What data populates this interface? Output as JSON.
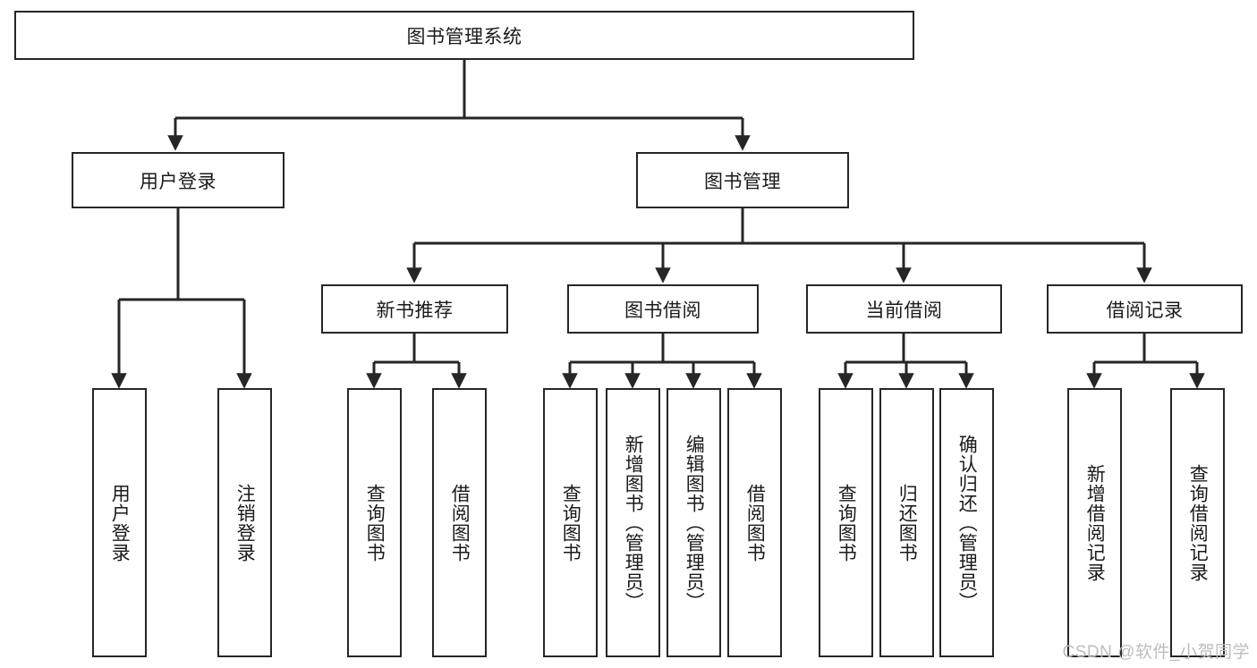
{
  "diagram": {
    "type": "hierarchy-tree",
    "title": "图书管理系统",
    "root": {
      "id": "root",
      "label": "图书管理系统"
    },
    "level2": [
      {
        "id": "user-login",
        "label": "用户登录"
      },
      {
        "id": "book-manage",
        "label": "图书管理"
      }
    ],
    "level3": [
      {
        "id": "new-book-rec",
        "label": "新书推荐",
        "parent": "book-manage"
      },
      {
        "id": "book-borrow",
        "label": "图书借阅",
        "parent": "book-manage"
      },
      {
        "id": "current-borrow",
        "label": "当前借阅",
        "parent": "book-manage"
      },
      {
        "id": "borrow-record",
        "label": "借阅记录",
        "parent": "book-manage"
      }
    ],
    "leaves": [
      {
        "id": "leaf-user-login",
        "label": "用户登录",
        "parent": "user-login"
      },
      {
        "id": "leaf-user-logout",
        "label": "注销登录",
        "parent": "user-login"
      },
      {
        "id": "leaf-query-book-1",
        "label": "查询图书",
        "parent": "new-book-rec"
      },
      {
        "id": "leaf-borrow-book-1",
        "label": "借阅图书",
        "parent": "new-book-rec"
      },
      {
        "id": "leaf-query-book-2",
        "label": "查询图书",
        "parent": "book-borrow"
      },
      {
        "id": "leaf-add-book",
        "label": "新增图书（管理员）",
        "parent": "book-borrow"
      },
      {
        "id": "leaf-edit-book",
        "label": "编辑图书（管理员）",
        "parent": "book-borrow"
      },
      {
        "id": "leaf-borrow-book-2",
        "label": "借阅图书",
        "parent": "book-borrow"
      },
      {
        "id": "leaf-query-book-3",
        "label": "查询图书",
        "parent": "current-borrow"
      },
      {
        "id": "leaf-return-book",
        "label": "归还图书",
        "parent": "current-borrow"
      },
      {
        "id": "leaf-confirm-return",
        "label": "确认归还（管理员）",
        "parent": "current-borrow"
      },
      {
        "id": "leaf-add-record",
        "label": "新增借阅记录",
        "parent": "borrow-record"
      },
      {
        "id": "leaf-query-record",
        "label": "查询借阅记录",
        "parent": "borrow-record"
      }
    ],
    "watermark": "CSDN @软件_小贺同学",
    "colors": {
      "stroke": "#262626",
      "fill": "#ffffff",
      "text": "#1a1a1a",
      "watermark": "#bdbdbd"
    }
  }
}
